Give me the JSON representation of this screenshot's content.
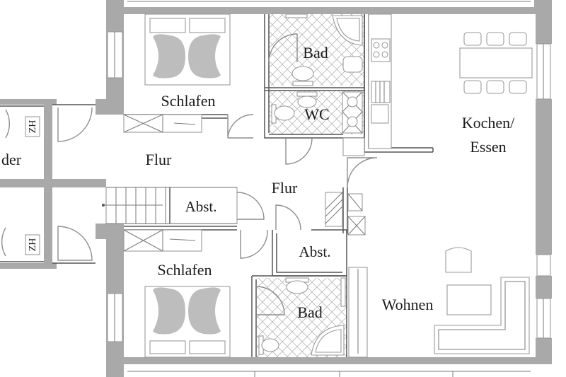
{
  "rooms": {
    "schlafen_top": "Schlafen",
    "bad_top": "Bad",
    "wc": "WC",
    "kochen_line1": "Kochen/",
    "kochen_line2": "Essen",
    "flur_left": "Flur",
    "flur_center": "Flur",
    "abst_left": "Abst.",
    "abst_right": "Abst.",
    "schlafen_bottom": "Schlafen",
    "bad_bottom": "Bad",
    "wohnen": "Wohnen",
    "cut_left": "der"
  },
  "markers": {
    "zh_top": "ZH",
    "zh_bottom": "ZH"
  },
  "colors": {
    "wall": "#a9a9a9",
    "line": "#7a7a7a",
    "text": "#1c1c1c",
    "tile_hatch": "#b8b8b8",
    "background": "#ffffff"
  }
}
